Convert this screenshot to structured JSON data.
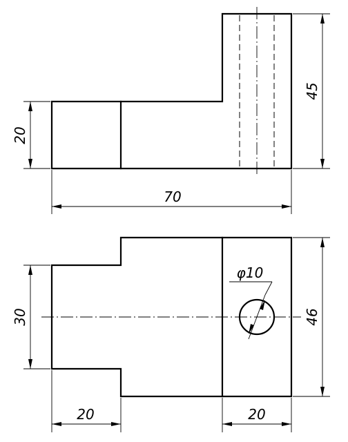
{
  "drawing": {
    "units_shown": "none",
    "front_view": {
      "dim_height_left": "20",
      "dim_height_right": "45",
      "dim_length": "70"
    },
    "top_view": {
      "dim_width_left": "30",
      "dim_width_right": "46",
      "dim_hole_diameter": "φ10",
      "dim_left_length": "20",
      "dim_right_length": "20"
    },
    "line_color": "#000000",
    "background_color": "#ffffff"
  }
}
